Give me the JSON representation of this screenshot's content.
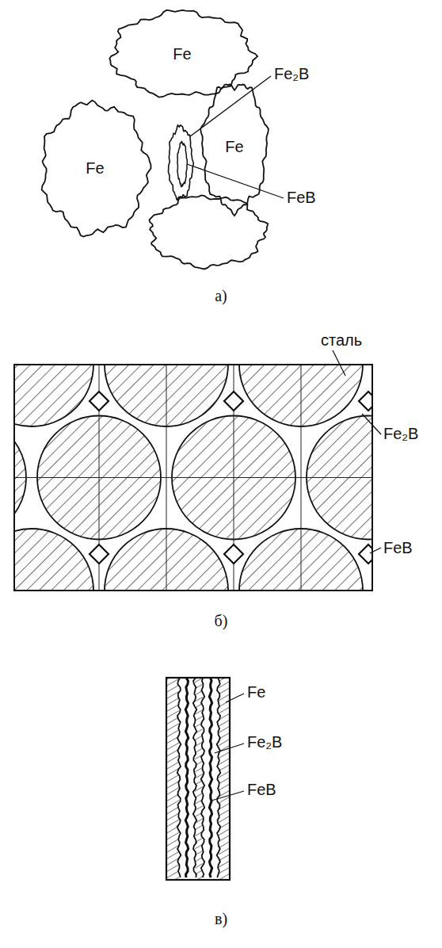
{
  "diagram": {
    "nodes": [
      {
        "text": [
          "Fe"
        ]
      },
      {
        "text": [
          "Fe"
        ]
      },
      {
        "text": [
          "Fe"
        ]
      }
    ],
    "labels": [
      "Fe₂B",
      "FeB",
      "а)",
      "сталь",
      "Fe₂B",
      "FeB",
      "б)",
      "Fe",
      "Fe₂B",
      "FeB",
      "в)"
    ]
  }
}
